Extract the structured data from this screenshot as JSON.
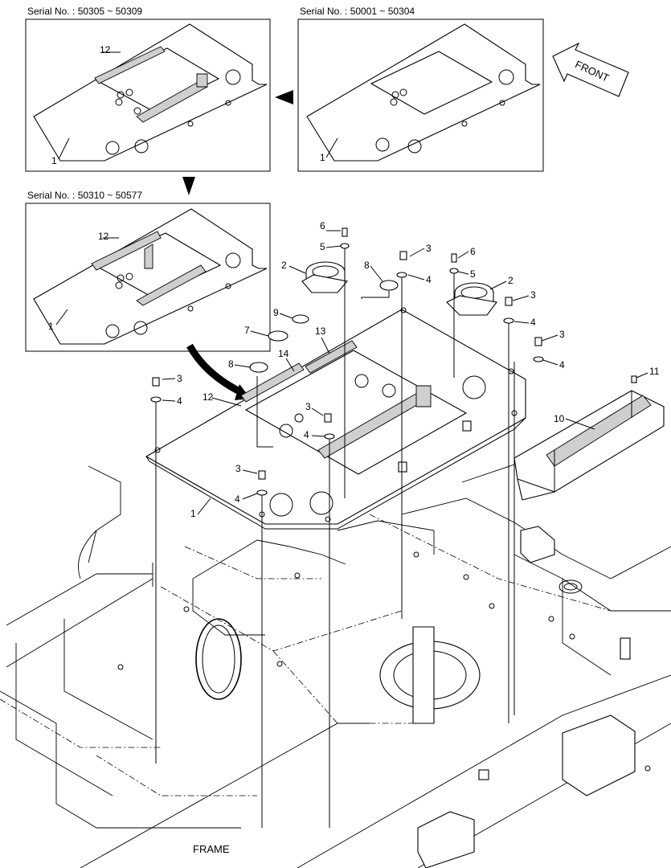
{
  "insets": [
    {
      "serial": "Serial No. : 50305 ~ 50309",
      "parts": [
        "12",
        "1"
      ]
    },
    {
      "serial": "Serial No. : 50001 ~ 50304",
      "parts": [
        "1"
      ]
    },
    {
      "serial": "Serial No. : 50310 ~ 50577",
      "parts": [
        "12",
        "1"
      ]
    }
  ],
  "front_label": "FRONT",
  "frame_label": "FRAME",
  "callouts": [
    "1",
    "2",
    "3",
    "4",
    "5",
    "6",
    "7",
    "8",
    "9",
    "10",
    "11",
    "12",
    "13",
    "14"
  ]
}
